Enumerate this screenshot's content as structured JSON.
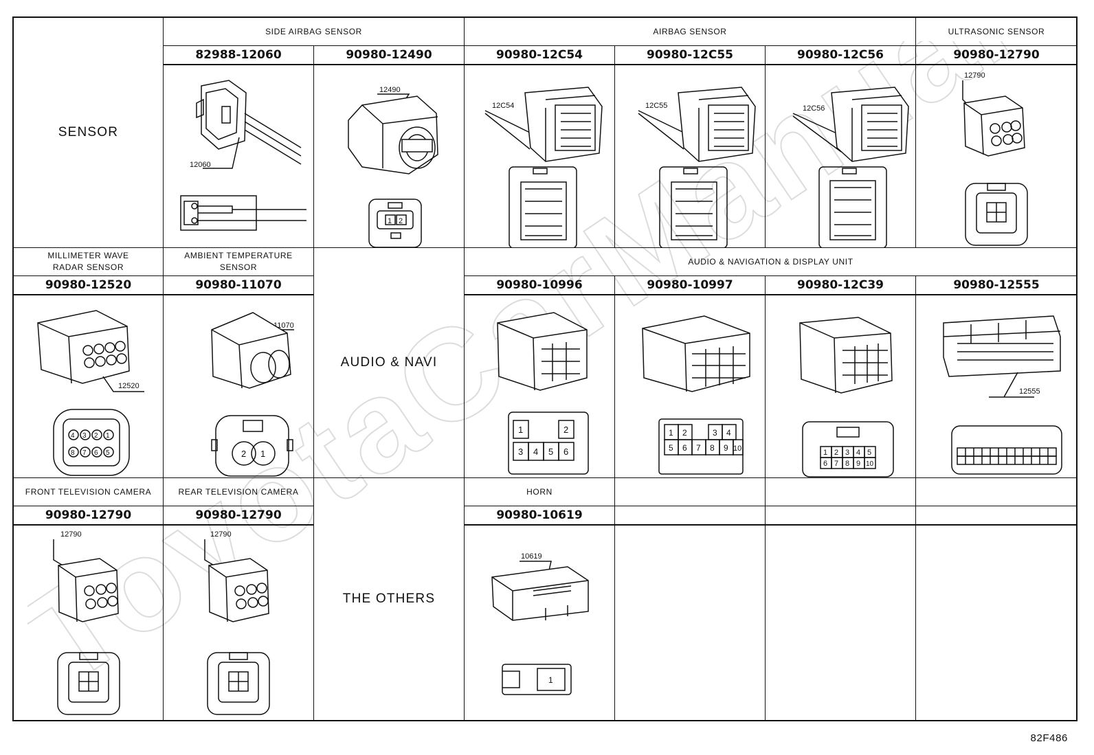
{
  "watermark": "ToyotaCarManual",
  "figure_code": "82F486",
  "row1": {
    "group": "SENSOR",
    "categories": [
      "SIDE AIRBAG SENSOR",
      "AIRBAG SENSOR",
      "ULTRASONIC SENSOR"
    ],
    "parts": [
      "82988-12060",
      "90980-12490",
      "90980-12C54",
      "90980-12C55",
      "90980-12C56",
      "90980-12790"
    ],
    "callouts": [
      "12060",
      "12490",
      "12C54",
      "12C55",
      "12C56",
      "12790"
    ],
    "pins_12490": [
      "1",
      "2"
    ]
  },
  "row2": {
    "categories": [
      "MILLIMETER WAVE RADAR SENSOR",
      "AMBIENT TEMPERATURE SENSOR",
      "AUDIO & NAVIGATION & DISPLAY UNIT"
    ],
    "group": "AUDIO & NAVI",
    "parts": [
      "90980-12520",
      "90980-11070",
      "90980-10996",
      "90980-10997",
      "90980-12C39",
      "90980-12555"
    ],
    "callouts": [
      "12520",
      "11070",
      "12555"
    ],
    "pins_12520": [
      "4",
      "3",
      "2",
      "1",
      "8",
      "7",
      "6",
      "5"
    ],
    "pins_11070": [
      "2",
      "1"
    ],
    "pins_10996": [
      "1",
      "2",
      "3",
      "4",
      "5",
      "6"
    ],
    "pins_10997": [
      "1",
      "2",
      "3",
      "4",
      "5",
      "6",
      "7",
      "8",
      "9",
      "10"
    ],
    "pins_12C39": [
      "1",
      "2",
      "3",
      "4",
      "5",
      "6",
      "7",
      "8",
      "9",
      "10"
    ]
  },
  "row3": {
    "categories": [
      "FRONT TELEVISION CAMERA",
      "REAR TELEVISION CAMERA",
      "HORN"
    ],
    "group": "THE OTHERS",
    "parts": [
      "90980-12790",
      "90980-12790",
      "90980-10619"
    ],
    "callouts": [
      "12790",
      "12790",
      "10619"
    ],
    "pins_10619": [
      "1"
    ]
  }
}
